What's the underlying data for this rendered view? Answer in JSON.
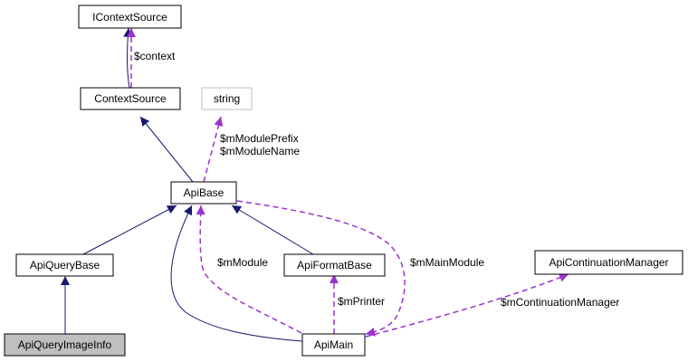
{
  "diagram": {
    "title": "ApiQueryImageInfo collaboration graph",
    "colors": {
      "inheritance": "#191970",
      "usage": "#9a32cd",
      "node_border": "#000000",
      "node_border_external": "#bfbfbf",
      "highlight_fill": "#bfbfbf"
    },
    "nodes": [
      {
        "id": "IContextSource",
        "label": "IContextSource"
      },
      {
        "id": "ContextSource",
        "label": "ContextSource"
      },
      {
        "id": "string",
        "label": "string",
        "external": true
      },
      {
        "id": "ApiBase",
        "label": "ApiBase"
      },
      {
        "id": "ApiQueryBase",
        "label": "ApiQueryBase"
      },
      {
        "id": "ApiFormatBase",
        "label": "ApiFormatBase"
      },
      {
        "id": "ApiContinuationManager",
        "label": "ApiContinuationManager"
      },
      {
        "id": "ApiQueryImageInfo",
        "label": "ApiQueryImageInfo",
        "highlight": true
      },
      {
        "id": "ApiMain",
        "label": "ApiMain"
      }
    ],
    "edges": [
      {
        "from": "ContextSource",
        "to": "IContextSource",
        "kind": "inheritance"
      },
      {
        "from": "ContextSource",
        "to": "IContextSource",
        "kind": "usage",
        "label": "$context"
      },
      {
        "from": "ApiBase",
        "to": "ContextSource",
        "kind": "inheritance"
      },
      {
        "from": "ApiBase",
        "to": "string",
        "kind": "usage",
        "label": "$mModulePrefix\n$mModuleName"
      },
      {
        "from": "ApiQueryBase",
        "to": "ApiBase",
        "kind": "inheritance"
      },
      {
        "from": "ApiMain",
        "to": "ApiBase",
        "kind": "inheritance"
      },
      {
        "from": "ApiMain",
        "to": "ApiBase",
        "kind": "usage",
        "label": "$mModule"
      },
      {
        "from": "ApiFormatBase",
        "to": "ApiBase",
        "kind": "inheritance"
      },
      {
        "from": "ApiBase",
        "to": "ApiMain",
        "kind": "usage",
        "label": "$mMainModule"
      },
      {
        "from": "ApiMain",
        "to": "ApiFormatBase",
        "kind": "usage",
        "label": "$mPrinter"
      },
      {
        "from": "ApiMain",
        "to": "ApiContinuationManager",
        "kind": "usage",
        "label": "$mContinuationManager"
      },
      {
        "from": "ApiQueryImageInfo",
        "to": "ApiQueryBase",
        "kind": "inheritance"
      }
    ],
    "edge_labels": {
      "context": "$context",
      "module_prefix": "$mModulePrefix",
      "module_name": "$mModuleName",
      "module": "$mModule",
      "main_module": "$mMainModule",
      "printer": "$mPrinter",
      "continuation_manager": "$mContinuationManager"
    }
  }
}
